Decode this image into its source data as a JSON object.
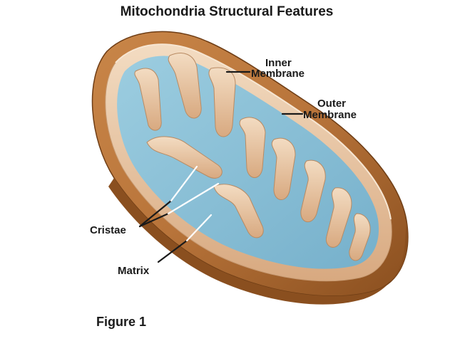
{
  "title": "Mitochondria Structural Features",
  "labels": {
    "inner_membrane_line1": "Inner",
    "inner_membrane_line2": "Membrane",
    "outer_membrane_line1": "Outer",
    "outer_membrane_line2": "Membrane",
    "cristae": "Cristae",
    "matrix": "Matrix"
  },
  "caption": "Figure 1",
  "colors": {
    "outer_membrane": "#b8743a",
    "outer_membrane_dark": "#7a4519",
    "inner_membrane": "#e9c8a8",
    "matrix": "#8fc3d9",
    "matrix_dark": "#6aa6c2"
  }
}
